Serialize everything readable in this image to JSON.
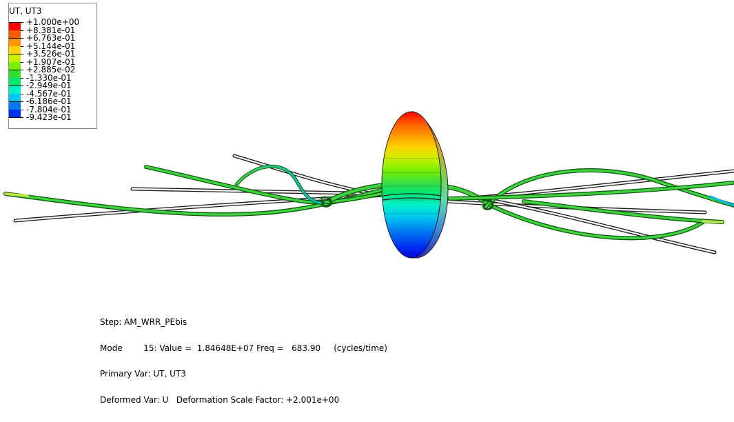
{
  "legend": {
    "title": "UT, UT3",
    "levels": [
      {
        "label": "+1.000e+00",
        "color": "#ff0000"
      },
      {
        "label": "+8.381e-01",
        "color": "#ff5a00"
      },
      {
        "label": "+6.763e-01",
        "color": "#ff9600"
      },
      {
        "label": "+5.144e-01",
        "color": "#ffd200"
      },
      {
        "label": "+3.526e-01",
        "color": "#c8f000"
      },
      {
        "label": "+1.907e-01",
        "color": "#78f000"
      },
      {
        "label": "+2.885e-02",
        "color": "#2fe02f"
      },
      {
        "label": "-1.330e-01",
        "color": "#00e673"
      },
      {
        "label": "-2.949e-01",
        "color": "#00f0c8"
      },
      {
        "label": "-4.567e-01",
        "color": "#00c8f0"
      },
      {
        "label": "-6.186e-01",
        "color": "#0078f0"
      },
      {
        "label": "-7.804e-01",
        "color": "#0032f0"
      },
      {
        "label": "-9.423e-01",
        "color": "#0000ff"
      }
    ]
  },
  "info": {
    "step": "Step: AM_WRR_PEbis",
    "mode": "Mode        15: Value =  1.84648E+07 Freq =   683.90     (cycles/time)",
    "primary": "Primary Var: UT, UT3",
    "deformed": "Deformed Var: U   Deformation Scale Factor: +2.001e+00"
  },
  "colors": {
    "wire_green": "#3fd13f",
    "wire_white": "#f4f4f4",
    "wire_outline": "#1b1b1b",
    "disk_rim": "#d85a38"
  }
}
